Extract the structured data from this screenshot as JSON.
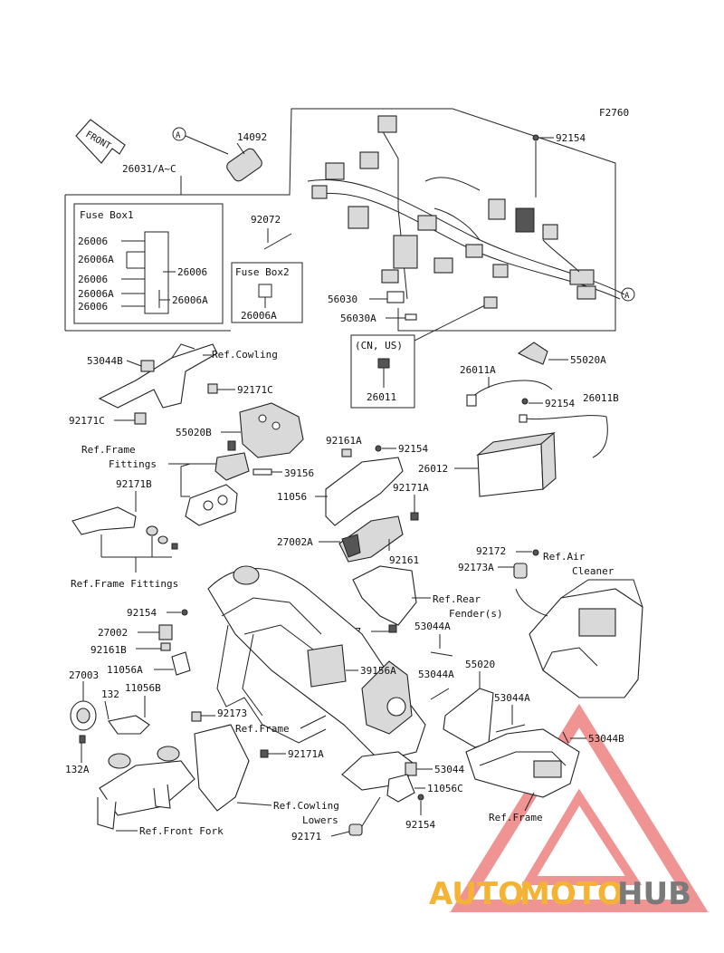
{
  "figure_code": "F2760",
  "front_label": "FRONT",
  "callout_a": "A",
  "fuse_box1": {
    "title": "Fuse Box1",
    "labels": [
      "26006",
      "26006A",
      "26006",
      "26006A",
      "26006",
      "26006",
      "26006A"
    ]
  },
  "fuse_box2": {
    "title": "Fuse Box2",
    "label": "26006A"
  },
  "cn_us_box": {
    "title": "(CN, US)",
    "label": "26011"
  },
  "watermark": {
    "auto": "AUTO",
    "moto": "MOTO",
    "hub": "HUB"
  },
  "part_labels": {
    "p14092": "14092",
    "p26031": "26031/A~C",
    "p92154_top": "92154",
    "p92072": "92072",
    "p56030": "56030",
    "p56030A": "56030A",
    "p53044B_l": "53044B",
    "p_ref_cowling": "Ref.Cowling",
    "p92171C_r": "92171C",
    "p92171C_l": "92171C",
    "p55020B": "55020B",
    "p_ref_frame_fittings_a": "Ref.Frame",
    "p_ref_frame_fittings_b": "Fittings",
    "p39156": "39156",
    "p92171B": "92171B",
    "p11056": "11056",
    "p92161A": "92161A",
    "p92154_mid": "92154",
    "p92171A_r": "92171A",
    "p27002A": "27002A",
    "p92161": "92161",
    "p_ref_frame_fittings_2": "Ref.Frame Fittings",
    "p26011A": "26011A",
    "p55020A": "55020A",
    "p92154_batt": "92154",
    "p26011B": "26011B",
    "p26012": "26012",
    "p92172": "92172",
    "p92173A": "92173A",
    "p_ref_air": "Ref.Air",
    "p_cleaner": "Cleaner",
    "p_ref_rear": "Ref.Rear",
    "p_fender": "Fender(s)",
    "p92154_l": "92154",
    "p27002": "27002",
    "p92161B": "92161B",
    "p11056A": "11056A",
    "p27003": "27003",
    "p132": "132",
    "p11056B": "11056B",
    "p132A": "132A",
    "p92037": "92037",
    "p53044A_1": "53044A",
    "p39156A": "39156A",
    "p53044A_2": "53044A",
    "p55020": "55020",
    "p53044A_3": "53044A",
    "p53044B_r": "53044B",
    "p92173": "92173",
    "p_ref_frame": "Ref.Frame",
    "p92171A_b": "92171A",
    "p53044": "53044",
    "p11056C": "11056C",
    "p_ref_cowling_lowers_a": "Ref.Cowling",
    "p_ref_cowling_lowers_b": "Lowers",
    "p92154_b": "92154",
    "p92171": "92171",
    "p_ref_front_fork": "Ref.Front Fork",
    "p_ref_frame_r": "Ref.Frame"
  },
  "colors": {
    "line": "#222222",
    "watermark_red": "#e23c3c",
    "watermark_orange": "#f5b335",
    "watermark_gray": "#7a7a7a"
  }
}
